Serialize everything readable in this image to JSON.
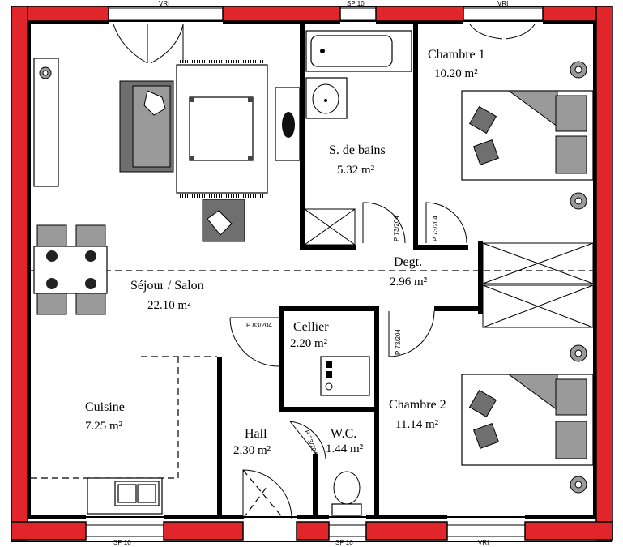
{
  "rooms": {
    "sejour": {
      "name": "Séjour / Salon",
      "area": "22.10 m²"
    },
    "cuisine": {
      "name": "Cuisine",
      "area": "7.25 m²"
    },
    "bains": {
      "name": "S. de bains",
      "area": "5.32 m²"
    },
    "chambre1": {
      "name": "Chambre 1",
      "area": "10.20 m²"
    },
    "chambre2": {
      "name": "Chambre 2",
      "area": "11.14 m²"
    },
    "degt": {
      "name": "Degt.",
      "area": "2.96 m²"
    },
    "cellier": {
      "name": "Cellier",
      "area": "2.20 m²"
    },
    "hall": {
      "name": "Hall",
      "area": "2.30 m²"
    },
    "wc": {
      "name": "W.C.",
      "area": "1.44 m²"
    }
  },
  "openings": {
    "vri_top_left": "VRI",
    "sp10_top": "SP 10",
    "vri_top_right": "VRI",
    "sp10_bottom_left": "SP 10",
    "sp10_bottom_right": "SP 10",
    "vri_bottom": "VRI"
  },
  "doors": {
    "d_bains": "P 73/204",
    "d_chambre1": "P 73/204",
    "d_chambre2": "P 73/204",
    "d_cellier": "P 83/204",
    "d_wc": "P 73/204"
  }
}
